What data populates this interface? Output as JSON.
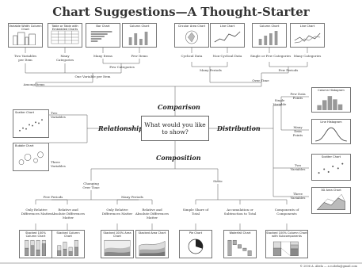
{
  "title": "Chart Suggestions—A Thought-Starter",
  "center_question": "What would you like to show?",
  "sections": {
    "comparison": "Comparison",
    "relationship": "Relationship",
    "distribution": "Distribution",
    "composition": "Composition"
  },
  "top_charts": [
    {
      "title": "Variable Width Column Chart"
    },
    {
      "title": "Table or Table with Embedded Charts"
    },
    {
      "title": "Bar Chart"
    },
    {
      "title": "Column Chart"
    },
    {
      "title": "Circular Area Chart"
    },
    {
      "title": "Line Chart"
    },
    {
      "title": "Column Chart"
    },
    {
      "title": "Line Chart"
    }
  ],
  "top_labels": {
    "two_vars_per_item": "Two Variables per Item",
    "many_categories": "Many Categories",
    "many_items": "Many Items",
    "few_items": "Few Items",
    "cyclical_data": "Cyclical Data",
    "non_cyclical_data": "Non-Cyclical Data",
    "single_or_few_categories": "Single or Few Categories",
    "many_categories_2": "Many Categories",
    "few_categories": "Few Categories",
    "many_periods": "Many Periods",
    "few_periods": "Few Periods",
    "one_variable_per_item": "One Variable per Item",
    "among_items": "Among Items",
    "over_time": "Over Time"
  },
  "relationship": {
    "two_variables": "Two Variables",
    "three_variables": "Three Variables",
    "scatter_chart": "Scatter Chart",
    "bubble_chart": "Bubble Chart"
  },
  "distribution": {
    "single_variable": "Single Variable",
    "few_data_points": "Few Data Points",
    "many_data_points": "Many Data Points",
    "two_variables": "Two Variables",
    "three_variables": "Three Variables",
    "column_histogram": "Column Histogram",
    "line_histogram": "Line Histogram",
    "scatter_chart": "Scatter Chart",
    "area_chart_3d": "3D Area Chart"
  },
  "composition": {
    "changing_over_time": "Changing Over Time",
    "static": "Static",
    "few_periods": "Few Periods",
    "many_periods": "Many Periods",
    "only_relative_diff_1": "Only Relative Differences Matter",
    "relative_absolute_diff_1": "Relative and Absolute Differences Matter",
    "only_relative_diff_2": "Only Relative Differences Matter",
    "relative_absolute_diff_2": "Relative and Absolute Differences Matter",
    "simple_share": "Simple Share of Total",
    "accumulation": "Accumulation or Subtraction to Total",
    "components_of_components": "Components of Components"
  },
  "bottom_charts": [
    {
      "title": "Stacked 100% Column Chart"
    },
    {
      "title": "Stacked Column Chart"
    },
    {
      "title": "Stacked 100% Area Chart"
    },
    {
      "title": "Stacked Area Chart"
    },
    {
      "title": "Pie Chart"
    },
    {
      "title": "Waterfall Chart"
    },
    {
      "title": "Stacked 100% Column Chart with Subcomponents"
    }
  ],
  "footer": "© 2006 A. Abela — a.v.abela@gmail.com"
}
